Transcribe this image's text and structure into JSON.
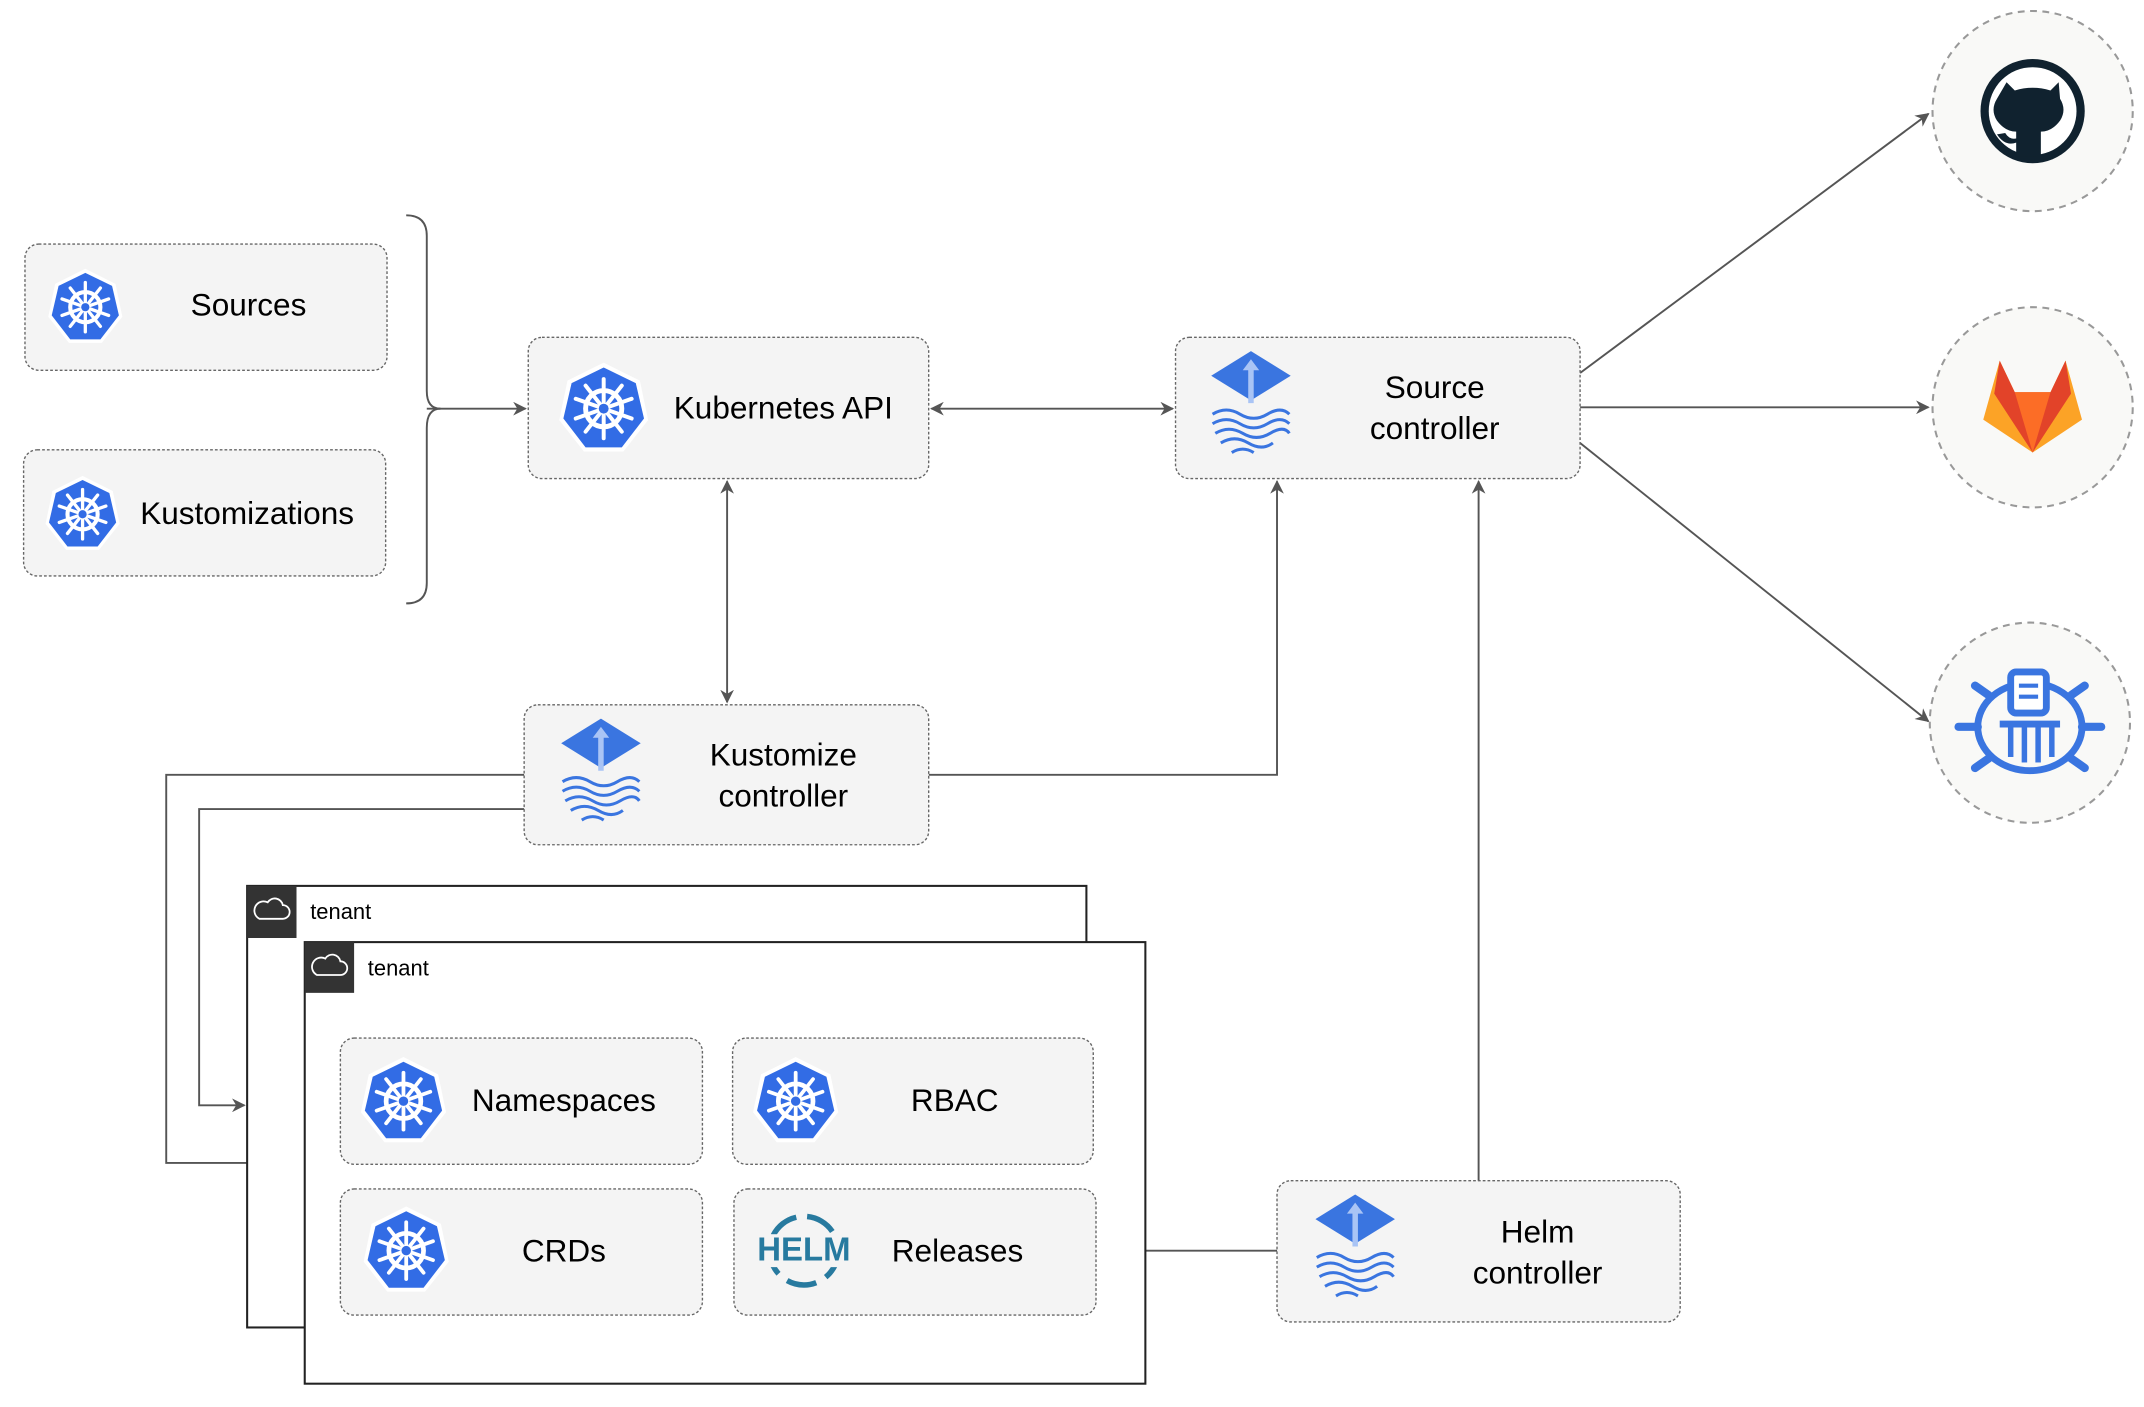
{
  "nodes": {
    "sources": "Sources",
    "kustomizations": "Kustomizations",
    "kubernetes_api": "Kubernetes API",
    "source_controller": [
      "Source",
      "controller"
    ],
    "kustomize_controller": [
      "Kustomize",
      "controller"
    ],
    "helm_controller": [
      "Helm",
      "controller"
    ],
    "namespaces": "Namespaces",
    "rbac": "RBAC",
    "crds": "CRDs",
    "releases": "Releases"
  },
  "tenants": [
    "tenant",
    "tenant"
  ],
  "helm_logo_text": "HELM",
  "external_sources": [
    "github-icon",
    "gitlab-icon",
    "helm-repository-icon"
  ],
  "colors": {
    "k8s_blue": "#326ce5",
    "flux_blue": "#3a75e0",
    "gitlab_orange": "#e24329",
    "github_dark": "#10222f",
    "helm_teal": "#277a9f"
  }
}
